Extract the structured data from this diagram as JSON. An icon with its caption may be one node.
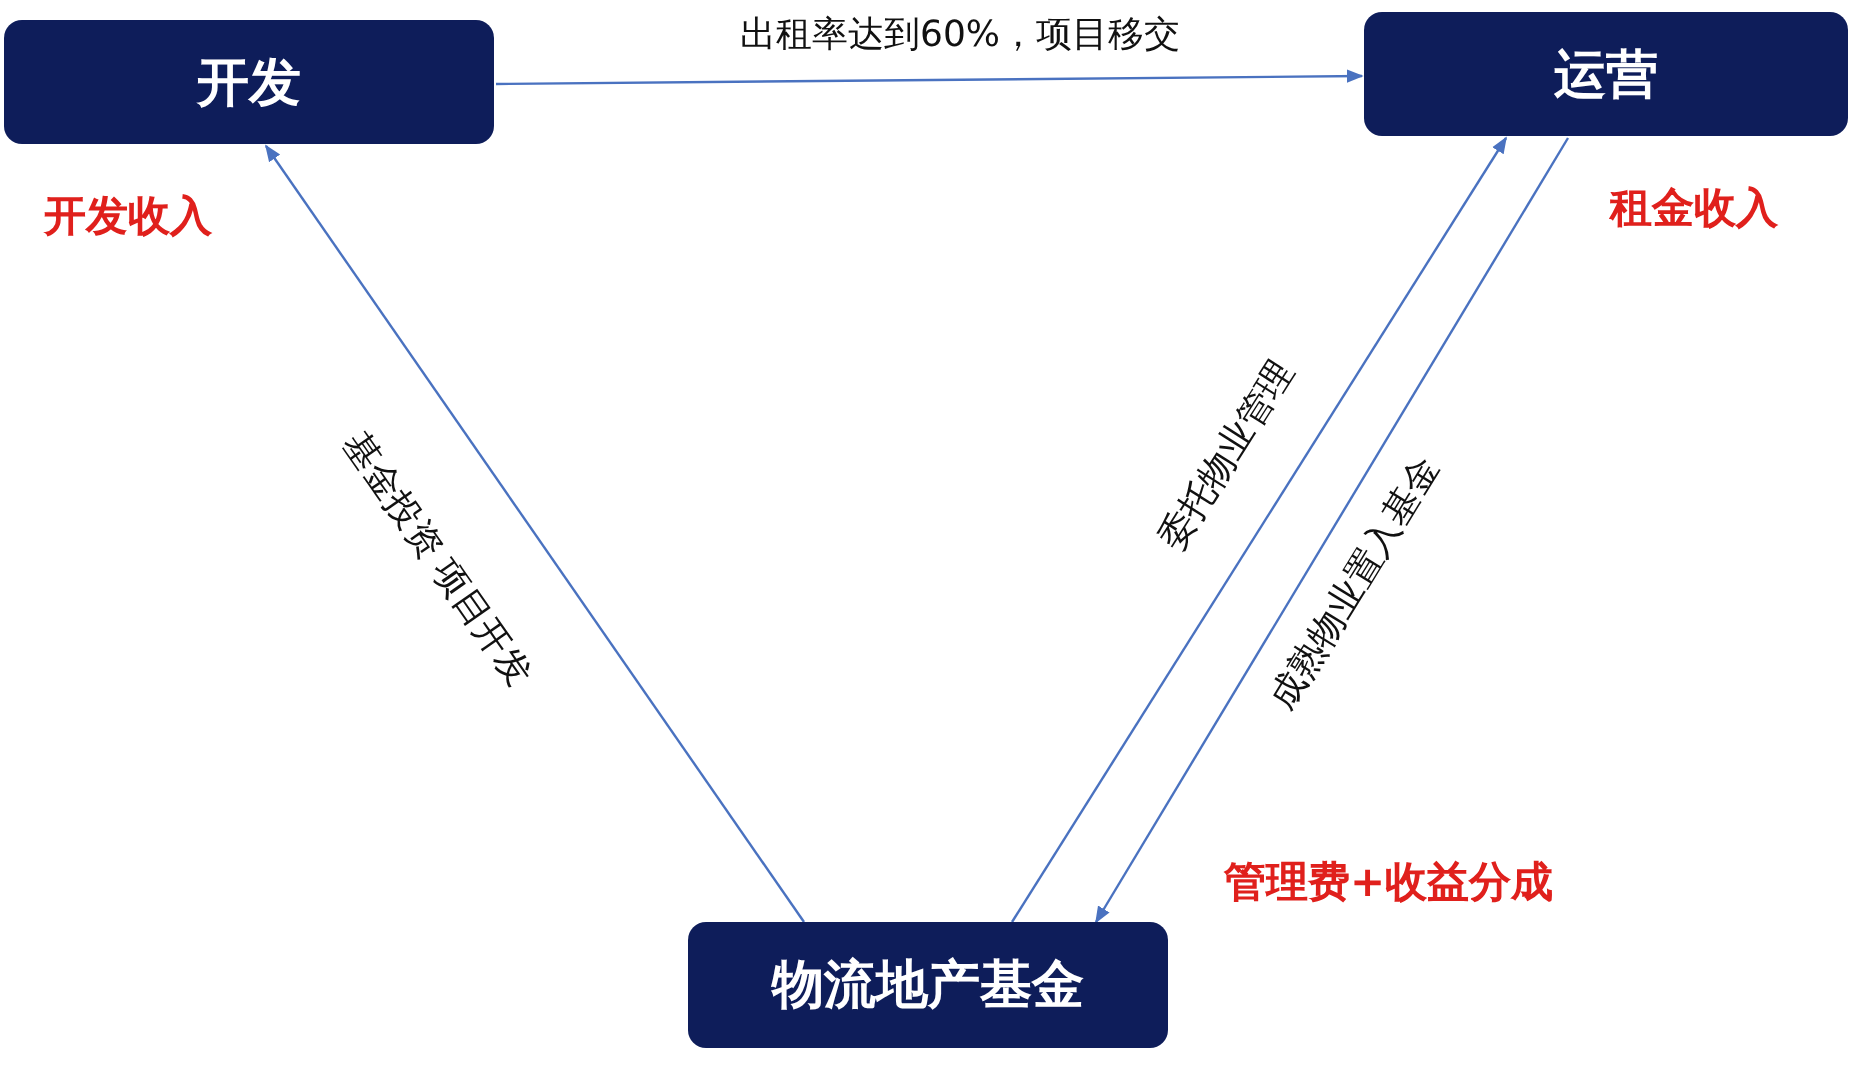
{
  "diagram": {
    "nodes": [
      {
        "text": [
          "开发"
        ],
        "beside": [
          "开发收入"
        ]
      },
      {
        "text": [
          "运营"
        ],
        "beside": [
          "租金收入"
        ]
      },
      {
        "text": [
          "物流地产基金"
        ],
        "beside": [
          "管理费+收益分成"
        ]
      }
    ],
    "edges": [
      {
        "from": 0,
        "to": 1,
        "arrow": "to",
        "label": "出租率达到60%，项目移交"
      },
      {
        "from": 2,
        "to": 0,
        "arrow": "to",
        "label": "基金投资 项目开发"
      },
      {
        "from": 2,
        "to": 1,
        "arrow": "to",
        "label": "委托物业管理"
      },
      {
        "from": 1,
        "to": 2,
        "arrow": "to",
        "label": "成熟物业置入基金"
      }
    ]
  }
}
